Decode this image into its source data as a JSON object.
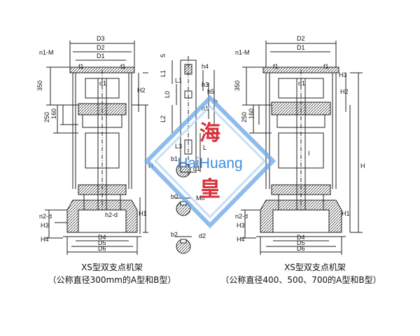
{
  "left_view": {
    "top_dims": [
      "D3",
      "D2",
      "D1",
      "n1-M",
      "f1",
      "f1"
    ],
    "side_dims": [
      "350",
      "250",
      "160"
    ],
    "inner_labels": [
      "d1",
      "h2-d"
    ],
    "right_dims": [
      "H2",
      "H"
    ],
    "lower_left_dims": [
      "n2-d",
      "H3",
      "H4"
    ],
    "mid_dim": "H1",
    "bottom_dims": [
      "D4",
      "D5",
      "D6"
    ]
  },
  "right_view": {
    "top_dims": [
      "D2",
      "D1",
      "n1-M",
      "f1",
      "f1",
      "H3"
    ],
    "side_dims": [
      "350",
      "250",
      "160"
    ],
    "inner_labels": [
      "d1",
      "I"
    ],
    "right_dims": [
      "H2",
      "H"
    ],
    "lower_left_dims": [
      "n2-d",
      "H3",
      "H4"
    ],
    "mid_dim": "H1",
    "bottom_dims": [
      "D4",
      "D5",
      "D6"
    ]
  },
  "shaft_detail": {
    "dims": [
      "5",
      "L1",
      "h4",
      "L0",
      "L1",
      "L2",
      "h3",
      "h5",
      "h",
      "h1",
      "L3",
      "L"
    ],
    "section_labels": [
      "b1",
      "d1",
      "b0",
      "M0",
      "b2",
      "d2"
    ]
  },
  "watermark": {
    "chinese_top": "海",
    "latin": "HaiHuang",
    "chinese_bottom": "皇"
  },
  "captions": {
    "left_title": "XS型双支点机架",
    "left_subtitle": "（公称直径300mm的A型和B型）",
    "right_title": "XS型双支点机架",
    "right_subtitle": "（公称直径400、500、700的A型和B型）"
  },
  "colors": {
    "line": "#222222",
    "watermark_red": "#d8303a",
    "watermark_blue": "#3f8be0"
  }
}
